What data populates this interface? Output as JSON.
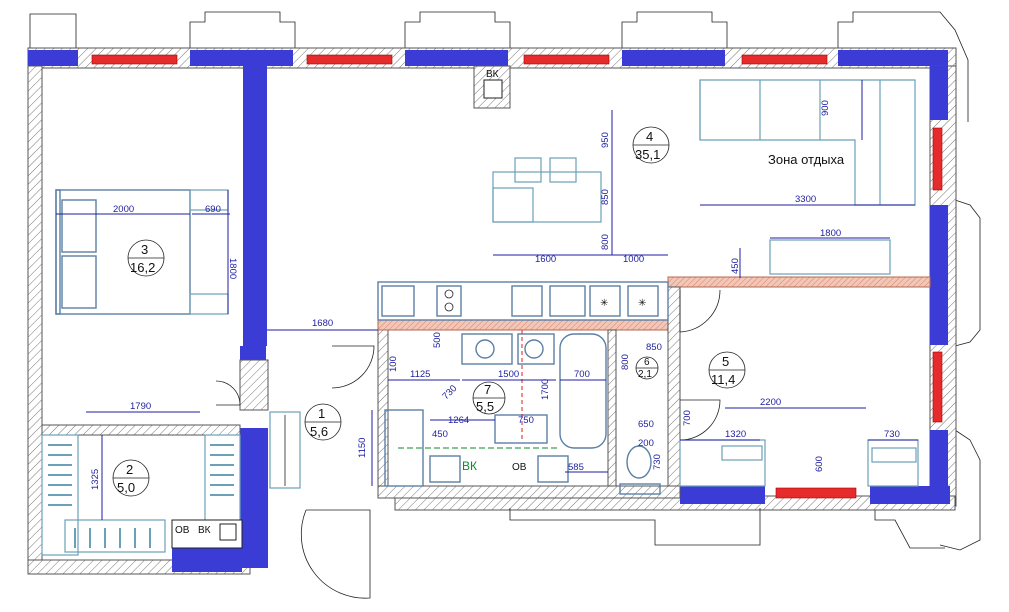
{
  "rooms": [
    {
      "num": "1",
      "area": "5,6"
    },
    {
      "num": "2",
      "area": "5,0"
    },
    {
      "num": "3",
      "area": "16,2"
    },
    {
      "num": "4",
      "area": "35,1"
    },
    {
      "num": "5",
      "area": "11,4"
    },
    {
      "num": "6",
      "area": "2,1"
    },
    {
      "num": "7",
      "area": "5,5"
    }
  ],
  "labels": {
    "rest_zone": "Зона отдыха",
    "vk": "ВК",
    "ov": "ОВ"
  },
  "dims": {
    "d2000": "2000",
    "d690": "690",
    "d1800v": "1800",
    "d1680": "1680",
    "d1790": "1790",
    "d1325": "1325",
    "d1600": "1600",
    "d1000": "1000",
    "d800": "800",
    "d850": "850",
    "d950": "950",
    "d900": "900",
    "d3300": "3300",
    "d1800h": "1800",
    "d450": "450",
    "d500": "500",
    "d100": "100",
    "d1125": "1125",
    "d730": "730",
    "d1500": "1500",
    "d1700": "1700",
    "d700": "700",
    "d1264": "1264",
    "d750": "750",
    "d1150": "1150",
    "d585": "585",
    "d650": "650",
    "d200": "200",
    "d2200": "2200",
    "d1320": "1320",
    "d600": "600"
  }
}
